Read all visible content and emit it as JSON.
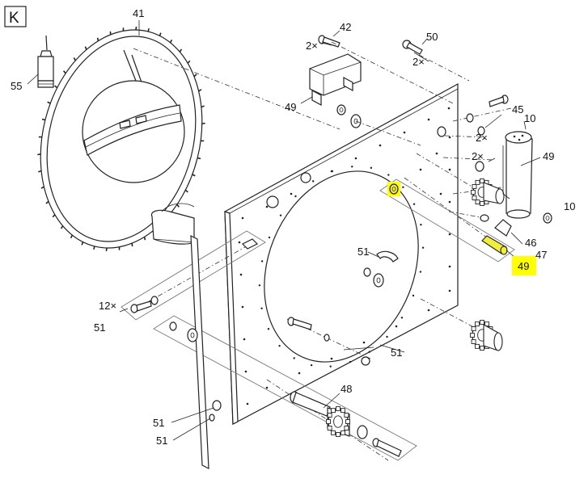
{
  "section_label": "K",
  "callouts": {
    "c41": "41",
    "c42": "42",
    "c50": "50",
    "c55": "55",
    "c49a": "49",
    "c45": "45",
    "c10a": "10",
    "c49b": "49",
    "c10b": "10",
    "c46": "46",
    "c47": "47",
    "c49c": "49",
    "c51a": "51",
    "c12x": "12×",
    "c51b": "51",
    "c51c": "51",
    "c48": "48",
    "c51d": "51",
    "c51e": "51"
  },
  "multipliers": {
    "m42": "2×",
    "m50": "2×",
    "m45": "2×",
    "m10": "2×"
  },
  "highlight_color": "#ffff00"
}
